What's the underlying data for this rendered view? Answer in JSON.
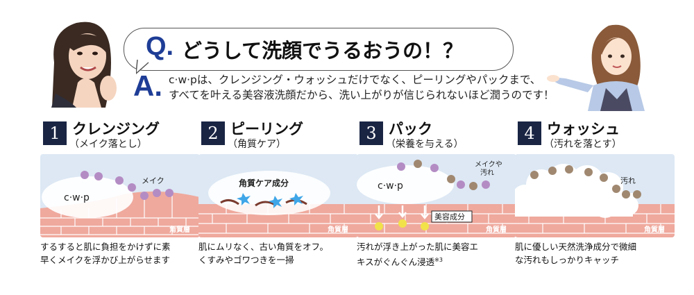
{
  "header": {
    "q_mark": "Q.",
    "question": "どうして洗顔でうるおうの！？",
    "a_mark": "A.",
    "answer_line1": "c·w·pは、クレンジング・ウォッシュだけでなく、ピーリングやパックまで、",
    "answer_line2": "すべてを叶える美容液洗顔だから、洗い上がりが信じられないほど潤うのです！"
  },
  "steps": [
    {
      "num": "1",
      "title": "クレンジング",
      "subtitle": "（メイク落とし）",
      "labels": {
        "product": "c·w·p",
        "makeup": "メイク",
        "layer": "角質層"
      },
      "desc_line1": "するすると肌に負担をかけずに素",
      "desc_line2": "早くメイクを浮かび上がらせます"
    },
    {
      "num": "2",
      "title": "ピーリング",
      "subtitle": "（角質ケア）",
      "labels": {
        "care": "角質ケア成分",
        "layer": "角質層"
      },
      "desc_line1": "肌にムリなく、古い角質をオフ。",
      "desc_line2": "くすみやゴワつきを一掃"
    },
    {
      "num": "3",
      "title": "パック",
      "subtitle": "（栄養を与える）",
      "labels": {
        "product": "c·w·p",
        "dirt1": "メイクや",
        "dirt2": "汚れ",
        "beauty": "美容成分",
        "layer": "角質層"
      },
      "desc_line1": "汚れが浮き上がった肌に美容エ",
      "desc_line2": "キスがぐんぐん浸透",
      "footnote": "※3"
    },
    {
      "num": "4",
      "title": "ウォッシュ",
      "subtitle": "（汚れを落とす）",
      "labels": {
        "dirt": "汚れ",
        "layer": "角質層"
      },
      "desc_line1": "肌に優しい天然洗浄成分で微細",
      "desc_line2": "な汚れもしっかりキャッチ"
    }
  ],
  "colors": {
    "accent_blue": "#1e3d96",
    "number_box": "#1a2544",
    "panel_bg": "#dde8f4",
    "skin": "#efa99d",
    "skin_line": "#ffffff",
    "purple_dot": "#b48cc4",
    "brown_dot": "#a08870",
    "yellow_dot": "#f2e24a"
  }
}
